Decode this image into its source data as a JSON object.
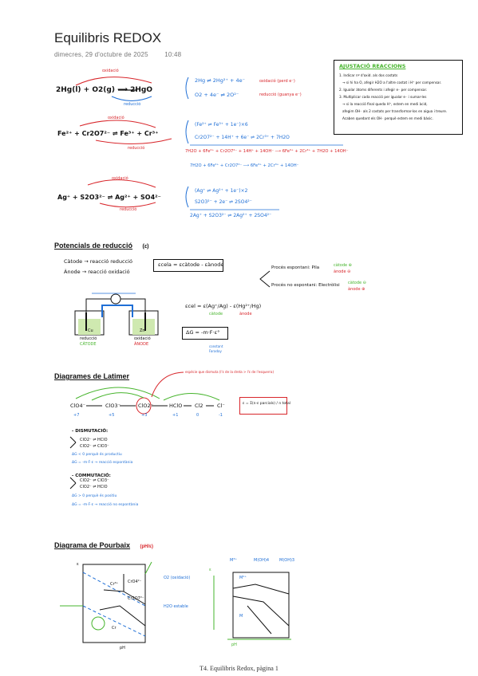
{
  "header": {
    "title": "Equilibris REDOX",
    "date": "dimecres, 29 d'octubre de 2025",
    "time": "10:48"
  },
  "reactions": [
    {
      "equation": "2Hg(l) + O2(g) ⟶ 2HgO",
      "ox_label": "oxidació",
      "red_label": "reducció",
      "half1": "2Hg ⇌ 2Hg²⁺ + 4e⁻",
      "half1_tag": "oxidació (perd e⁻)",
      "half2": "O2 + 4e⁻ ⇌ 2O²⁻",
      "half2_tag": "reducció (guanya e⁻)"
    },
    {
      "equation": "Fe²⁺ + Cr2O7²⁻ ⇌ Fe³⁺ + Cr³⁺",
      "ox_label": "oxidació",
      "red_label": "reducció",
      "half1": "(Fe²⁺ ⇌ Fe³⁺ + 1e⁻)×6",
      "half2": "Cr2O7²⁻ + 14H⁺ + 6e⁻ ⇌ 2Cr³⁺ + 7H2O",
      "sum": "7H2O + 6Fe²⁺ + Cr2O7²⁻ + 14H⁺ + 14OH⁻ ⟶ 6Fe³⁺ + 2Cr³⁺ + 7H2O + 14OH⁻",
      "final": "7H2O + 6Fe²⁺ + Cr2O7²⁻ ⟶ 6Fe³⁺ + 2Cr³⁺ + 14OH⁻"
    },
    {
      "equation": "Ag⁺ + S2O3²⁻ ⇌ Ag²⁺ + SO4²⁻",
      "ox_label": "oxidació",
      "red_label": "reducció",
      "half1": "(Ag⁺ ⇌ Ag²⁺ + 1e⁻)×2",
      "half2": "S2O3²⁻ + 2e⁻ ⇌ 2SO4²⁻",
      "final": "2Ag⁺ + S2O3²⁻ ⇌ 2Ag²⁺ + 2SO4²⁻"
    }
  ],
  "adjust_box": {
    "title": "AJUSTACIÓ REACCIONS",
    "lines": [
      "1. Indicar nº d'oxid. als dos costats",
      "→ si hi ha O, afegir H2O a l'altre costat i H⁺ per compensar.",
      "2. Igualar àtoms diferents i afegir e⁻ per compensar.",
      "3. Multiplicar cada reacció per igualar e⁻ i sumar-les",
      "→ si la reacció final queda H⁺, estem en medi àcid,",
      "afegim OH⁻ als 2 costats per transformar-los en aigua i treure.",
      "Acaben quedant els OH⁻ perquè estem en medi bàsic."
    ]
  },
  "potentials": {
    "heading": "Potencials de reducció",
    "symbol": "(ε)",
    "cathode": "Càtode → reacció reducció",
    "anode": "Ànode → reacció oxidació",
    "formula": "εcela = εcàtode - εànode",
    "cell_formula": "εcel = ε(Ag⁺/Ag) - ε(Hg²⁺/Hg)",
    "cell_sub1": "càtode",
    "cell_sub2": "ànode",
    "gibbs": "ΔG = -m·F·ε°",
    "gibbs_note1": "constant",
    "gibbs_note2": "Faraday",
    "spont": "Procés espontani: Pila",
    "spont_c": "càtode ⊕",
    "spont_a": "ànode ⊖",
    "nonspont": "Procés no espontani: Electròlisi",
    "nonspont_c": "càtode ⊖",
    "nonspont_a": "ànode ⊕",
    "cell_labels": [
      "reducció",
      "CÀTODE",
      "oxidació",
      "ÀNODE",
      "Cu",
      "Zn"
    ]
  },
  "latimer": {
    "heading": "Diagrames de Latimer",
    "note": "espècie que dismuta (l'ε de la dreta > l'ε de l'esquerra)",
    "species": [
      "ClO4⁻",
      "ClO3⁻",
      "ClO2⁻",
      "HClO",
      "Cl2",
      "Cl⁻"
    ],
    "ox": [
      "+7",
      "+5",
      "+3",
      "+1",
      "0",
      "-1"
    ],
    "formula": "ε = Σ(n·ε parcials) / n total",
    "dism_title": "- DISMUTACIÓ:",
    "dism_lines": [
      "ClO2⁻ ⇌ HClO",
      "ClO2⁻ ⇌ ClO3⁻",
      "ΔG < 0 perquè és productiu",
      "ΔG = -m·F·ε → reacció espontània"
    ],
    "comm_title": "- COMMUTACIÓ:",
    "comm_lines": [
      "ClO2⁻ ⇌ ClO3⁻",
      "ClO2⁻ ⇌ HClO",
      "ΔG > 0 perquè és positiu",
      "ΔG = -m·F·ε → reacció no espontània"
    ]
  },
  "pourbaix": {
    "heading": "Diagrama de Pourbaix",
    "note": "(pH/ε)",
    "labels": [
      "ε",
      "pH",
      "Cr³⁺",
      "CrO4²⁻",
      "Cr2O7²⁻",
      "Cr",
      "H2O estable",
      "O2 (oxidació)"
    ],
    "right_labels": [
      "M³⁺",
      "M(OH)4",
      "M(OH)3",
      "M²⁺",
      "M",
      "pH",
      "ε"
    ]
  },
  "footer": "T4. Equilibris Redox, pàgina 1",
  "colors": {
    "red": "#d8262b",
    "green": "#46b42c",
    "blue": "#1f6fd6"
  }
}
